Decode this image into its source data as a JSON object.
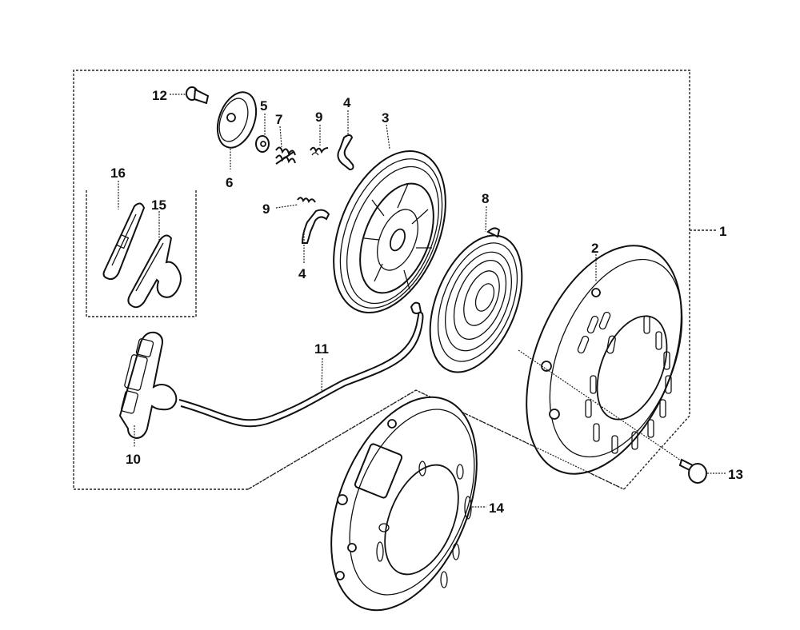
{
  "diagram": {
    "title": "Recoil Starter Exploded Parts Diagram",
    "callouts": [
      {
        "id": "1",
        "label": "1",
        "part": "recoil-starter-assembly"
      },
      {
        "id": "2",
        "label": "2",
        "part": "starter-case"
      },
      {
        "id": "3",
        "label": "3",
        "part": "starter-reel"
      },
      {
        "id": "4a",
        "label": "4",
        "part": "ratchet-upper"
      },
      {
        "id": "4b",
        "label": "4",
        "part": "ratchet-lower"
      },
      {
        "id": "5",
        "label": "5",
        "part": "friction-spring-washer"
      },
      {
        "id": "6",
        "label": "6",
        "part": "friction-plate"
      },
      {
        "id": "7",
        "label": "7",
        "part": "friction-spring"
      },
      {
        "id": "8",
        "label": "8",
        "part": "recoil-spring"
      },
      {
        "id": "9a",
        "label": "9",
        "part": "ratchet-spring-upper"
      },
      {
        "id": "9b",
        "label": "9",
        "part": "ratchet-spring-lower"
      },
      {
        "id": "10",
        "label": "10",
        "part": "starter-grip"
      },
      {
        "id": "11",
        "label": "11",
        "part": "starter-rope"
      },
      {
        "id": "12",
        "label": "12",
        "part": "setting-screw"
      },
      {
        "id": "13",
        "label": "13",
        "part": "flange-bolt"
      },
      {
        "id": "14",
        "label": "14",
        "part": "starter-pulley-cover"
      },
      {
        "id": "15",
        "label": "15",
        "part": "grip-handle-body"
      },
      {
        "id": "16",
        "label": "16",
        "part": "grip-insert"
      }
    ]
  }
}
